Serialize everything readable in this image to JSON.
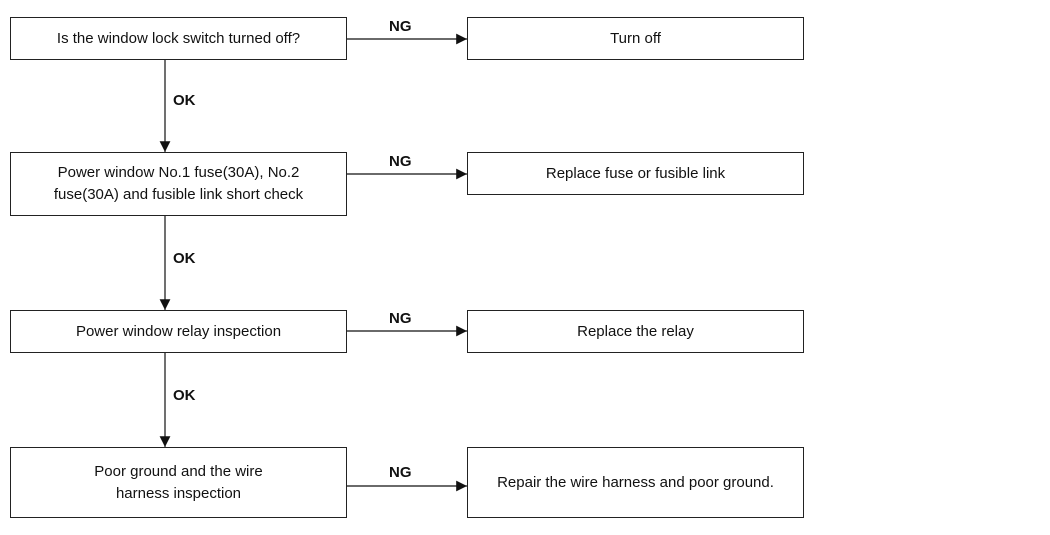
{
  "steps": [
    {
      "check": "Is the window lock switch turned off?",
      "ng_label": "NG",
      "action": "Turn off",
      "ok_label": "OK"
    },
    {
      "check": "Power window No.1 fuse(30A), No.2 fuse(30A) and fusible link short check",
      "ng_label": "NG",
      "action": "Replace fuse or fusible link",
      "ok_label": "OK"
    },
    {
      "check": "Power window relay inspection",
      "ng_label": "NG",
      "action": "Replace the relay",
      "ok_label": "OK"
    },
    {
      "check": "Poor ground and the wire harness inspection",
      "ng_label": "NG",
      "action": "Repair the wire harness and poor ground."
    }
  ]
}
